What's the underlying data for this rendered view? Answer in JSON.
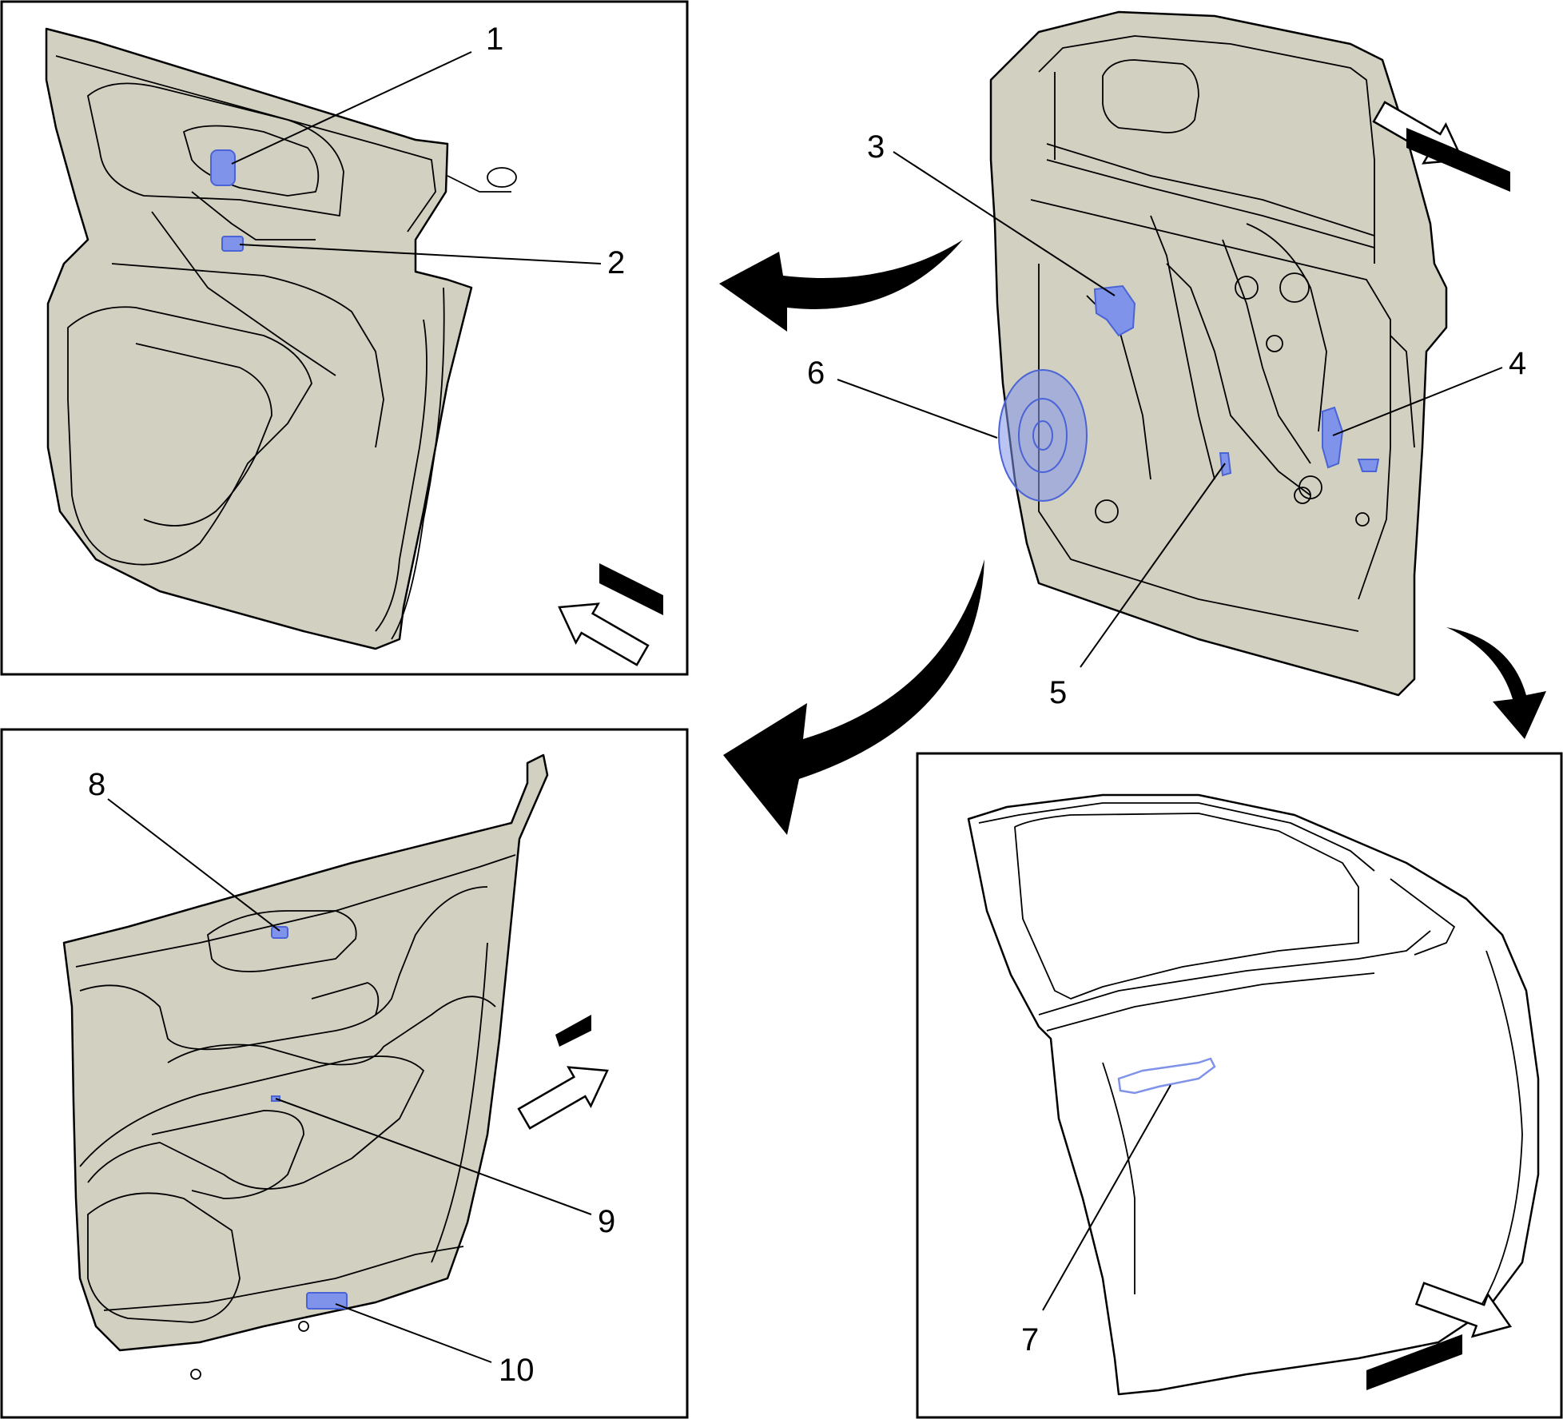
{
  "diagram": {
    "callouts": [
      {
        "id": "1",
        "text": "1"
      },
      {
        "id": "2",
        "text": "2"
      },
      {
        "id": "3",
        "text": "3"
      },
      {
        "id": "4",
        "text": "4"
      },
      {
        "id": "5",
        "text": "5"
      },
      {
        "id": "6",
        "text": "6"
      },
      {
        "id": "7",
        "text": "7"
      },
      {
        "id": "8",
        "text": "8"
      },
      {
        "id": "9",
        "text": "9"
      },
      {
        "id": "10",
        "text": "10"
      }
    ],
    "colors": {
      "trim_fill": "#d2d0c0",
      "highlight_fill": "#7f93ea",
      "highlight_stroke": "#4a63d6",
      "outline": "#000000",
      "background": "#ffffff"
    },
    "icons": [
      "view-direction-arrow-icon",
      "curved-flow-arrow-icon"
    ]
  }
}
